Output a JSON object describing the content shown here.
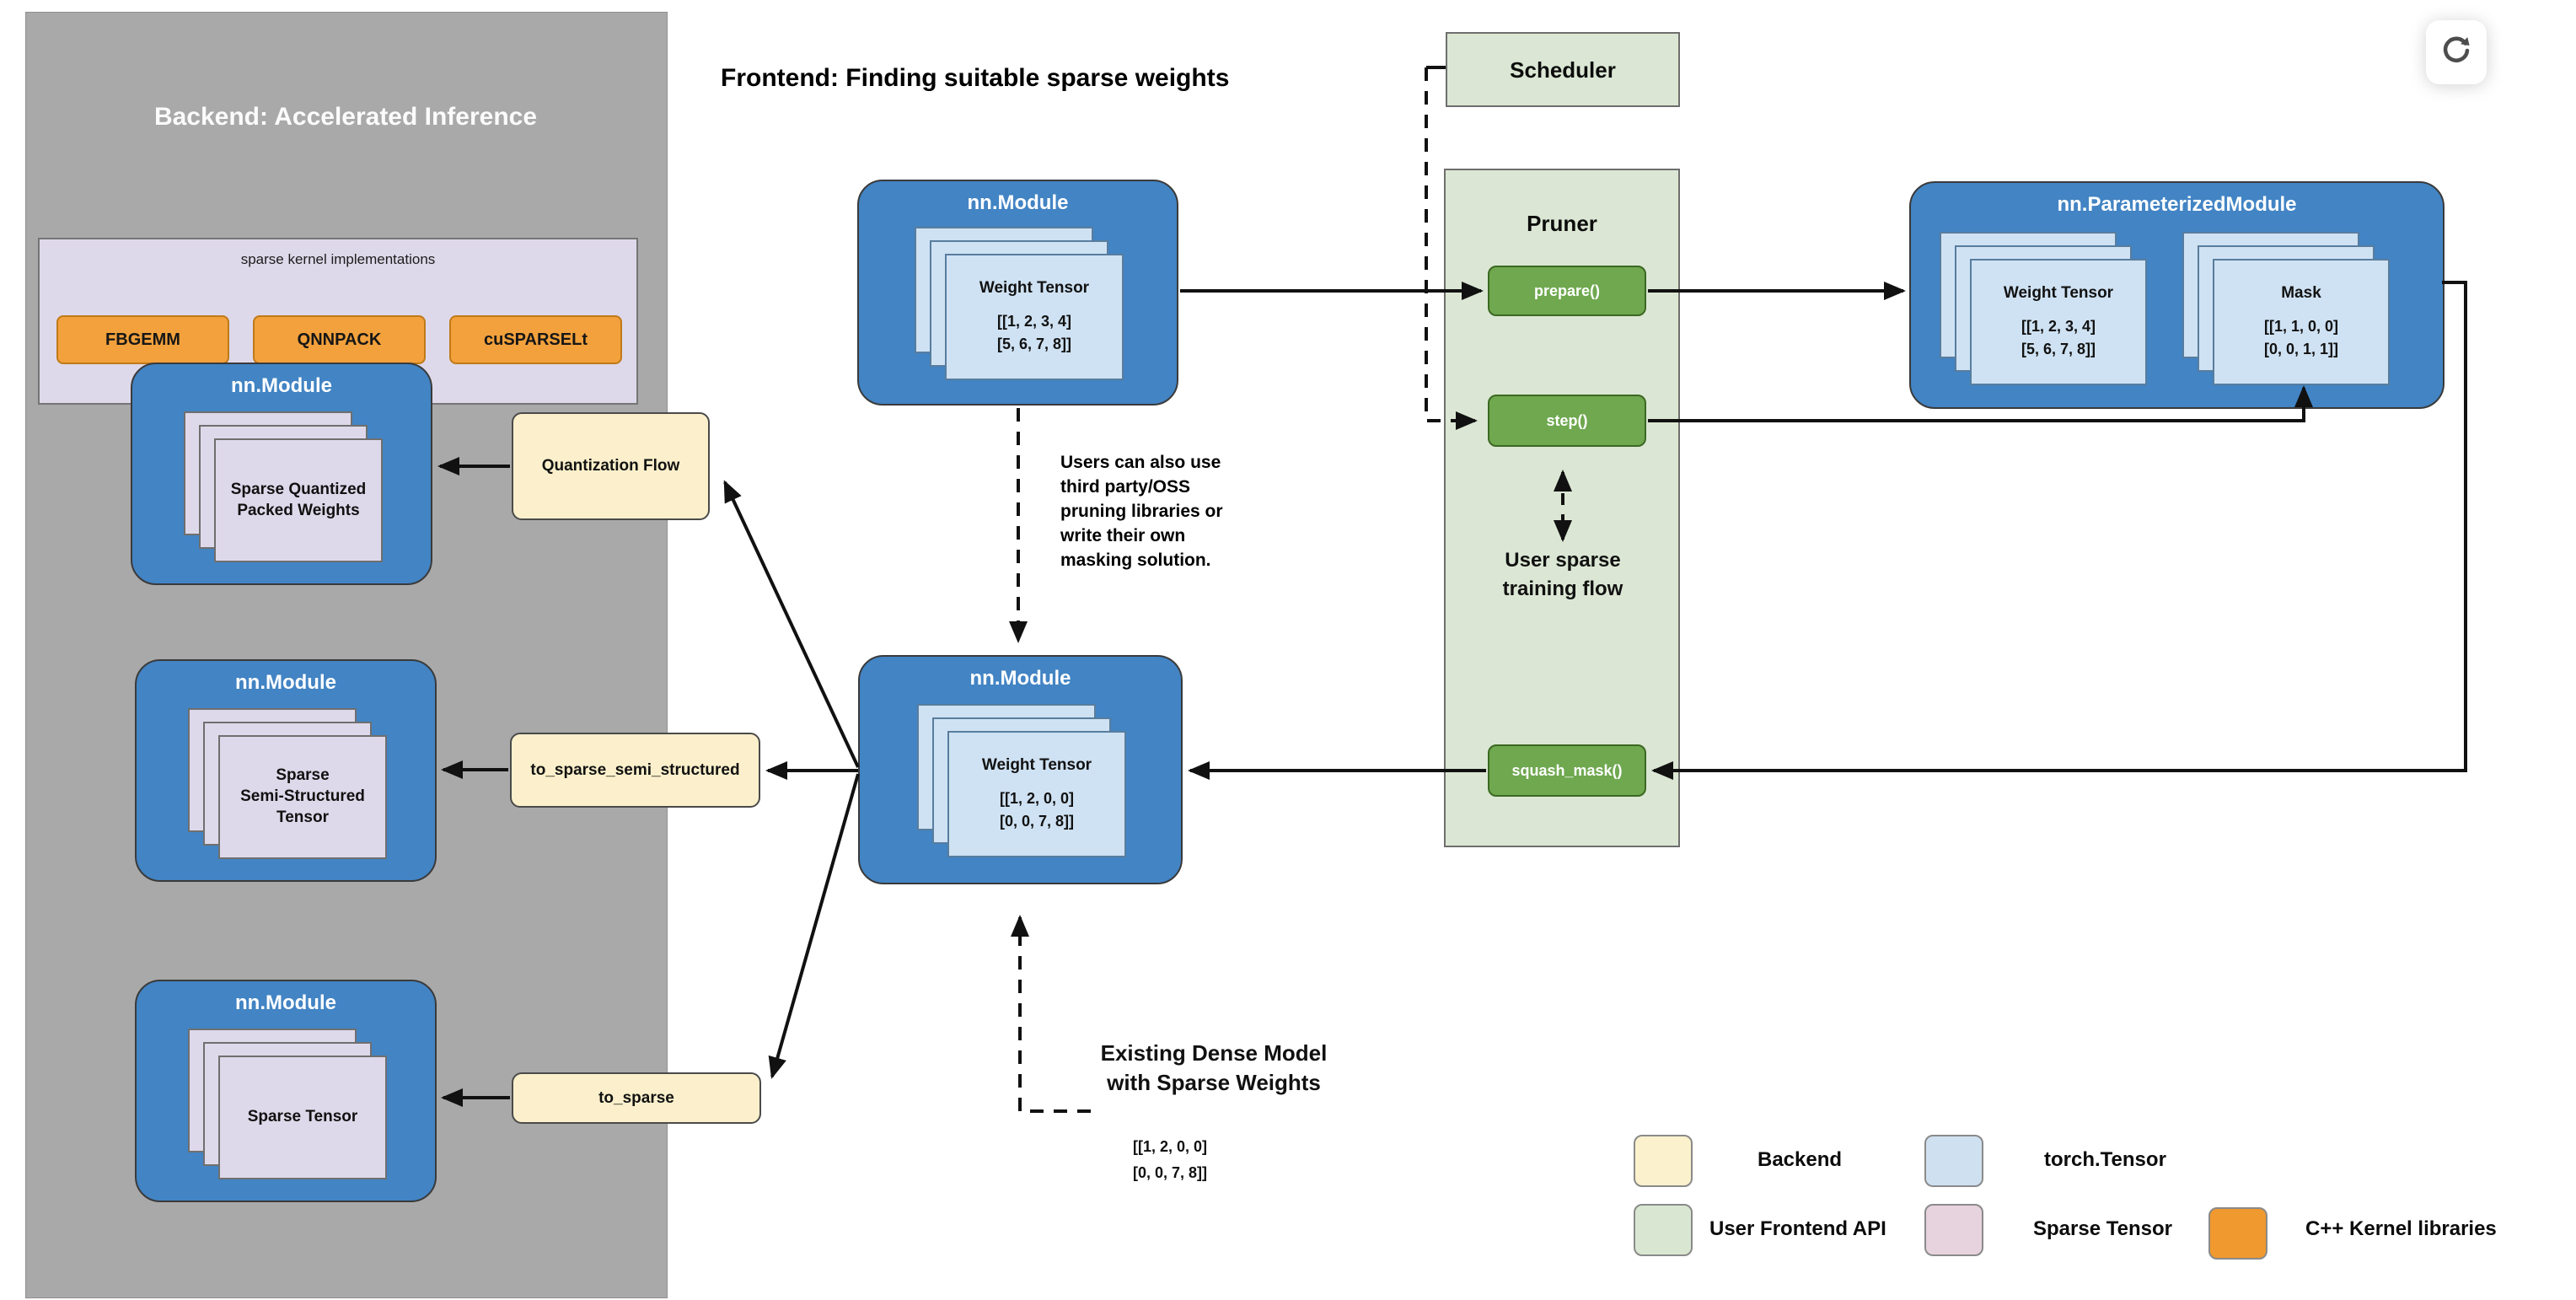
{
  "backend_panel": {
    "title": "Backend: Accelerated Inference",
    "kernel_box": {
      "label": "sparse kernel implementations",
      "kernels": [
        "FBGEMM",
        "QNNPACK",
        "cuSPARSELt"
      ]
    },
    "modules": [
      {
        "title": "nn.Module",
        "card_lines": [
          "Sparse Quantized",
          "Packed Weights"
        ]
      },
      {
        "title": "nn.Module",
        "card_lines": [
          "Sparse",
          "Semi-Structured",
          "Tensor"
        ]
      },
      {
        "title": "nn.Module",
        "card_lines": [
          "Sparse Tensor"
        ]
      }
    ],
    "flow_boxes": [
      "Quantization Flow",
      "to_sparse_semi_structured",
      "to_sparse"
    ]
  },
  "frontend": {
    "title": "Frontend: Finding suitable sparse weights",
    "top_module": {
      "title": "nn.Module",
      "card_title": "Weight Tensor",
      "matrix": [
        "[[1, 2, 3, 4]",
        "[5, 6, 7, 8]]"
      ]
    },
    "center_module": {
      "title": "nn.Module",
      "card_title": "Weight Tensor",
      "matrix": [
        "[[1, 2, 0, 0]",
        "[0, 0, 7, 8]]"
      ]
    },
    "note": [
      "Users can also use",
      "third party/OSS",
      "pruning libraries or",
      "write their own",
      "masking solution."
    ],
    "existing_label": [
      "Existing Dense Model",
      "with Sparse Weights"
    ],
    "existing_matrix": [
      "[[1, 2, 0, 0]",
      "[0, 0, 7, 8]]"
    ]
  },
  "scheduler": {
    "title": "Scheduler"
  },
  "pruner": {
    "title": "Pruner",
    "buttons": [
      "prepare()",
      "step()",
      "squash_mask()"
    ],
    "training_label": [
      "User sparse",
      "training flow"
    ]
  },
  "parameterized_module": {
    "title": "nn.ParameterizedModule",
    "weight": {
      "card_title": "Weight Tensor",
      "matrix": [
        "[[1, 2, 3, 4]",
        "[5, 6, 7, 8]]"
      ]
    },
    "mask": {
      "card_title": "Mask",
      "matrix": [
        "[[1, 1, 0, 0]",
        "[0, 0, 1, 1]]"
      ]
    }
  },
  "legend": [
    {
      "label": "Backend",
      "color": "#fcf1cd"
    },
    {
      "label": "torch.Tensor",
      "color": "#cfe1f1"
    },
    {
      "label": "User Frontend API",
      "color": "#d9e7d2"
    },
    {
      "label": "Sparse Tensor",
      "color": "#e7d3dd"
    },
    {
      "label": "C++ Kernel libraries",
      "color": "#f0992e"
    }
  ],
  "colors": {
    "module_blue": "#4284c4",
    "tensor_card_blue": "#cfe2f3",
    "sparse_card_lavender": "#ded9ea",
    "backend_yellow": "#fbf0cb",
    "frontend_green_panel": "#dbe7d4",
    "frontend_green_button": "#6fa84f",
    "kernel_orange": "#f2a13c",
    "backend_gray": "#a9a9a9"
  }
}
